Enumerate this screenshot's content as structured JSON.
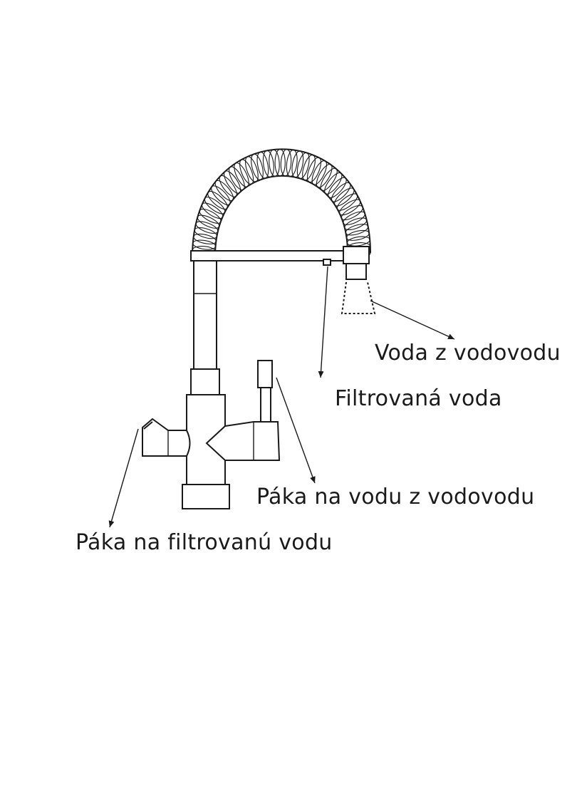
{
  "labels": {
    "tap_water": "Voda z vodovodu",
    "filtered_water": "Filtrovaná voda",
    "tap_water_lever": "Páka na vodu z vodovodu",
    "filtered_water_lever": "Páka na filtrovanú vodu"
  },
  "colors": {
    "line": "#1a1a1a",
    "background": "#ffffff"
  }
}
